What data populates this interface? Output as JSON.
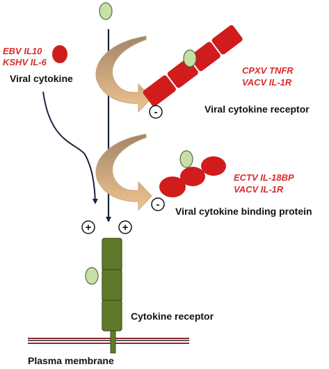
{
  "labels": {
    "viral_cytokine_examples": [
      "EBV IL10",
      "KSHV IL-6"
    ],
    "viral_cytokine": "Viral cytokine",
    "receptor_examples": [
      "CPXV TNFR",
      "VACV IL-1R"
    ],
    "viral_cytokine_receptor": "Viral cytokine receptor",
    "binding_protein_examples": [
      "ECTV IL-18BP",
      "VACV IL-1R"
    ],
    "viral_cytokine_binding_protein": "Viral cytokine binding protein",
    "cytokine_receptor": "Cytokine receptor",
    "plasma_membrane": "Plasma membrane"
  },
  "signs": {
    "plus": "+",
    "minus": "-"
  },
  "colors": {
    "viral_red": "#d01c1c",
    "cytokine_green": "#c6e0a8",
    "receptor_green": "#5f7a2a",
    "membrane_red": "#8b2a2a",
    "arrow_navy": "#1a2440",
    "curved_arrow_top": "#a2856a",
    "curved_arrow_bottom": "#efc48e",
    "label_red": "#d62c2c"
  }
}
